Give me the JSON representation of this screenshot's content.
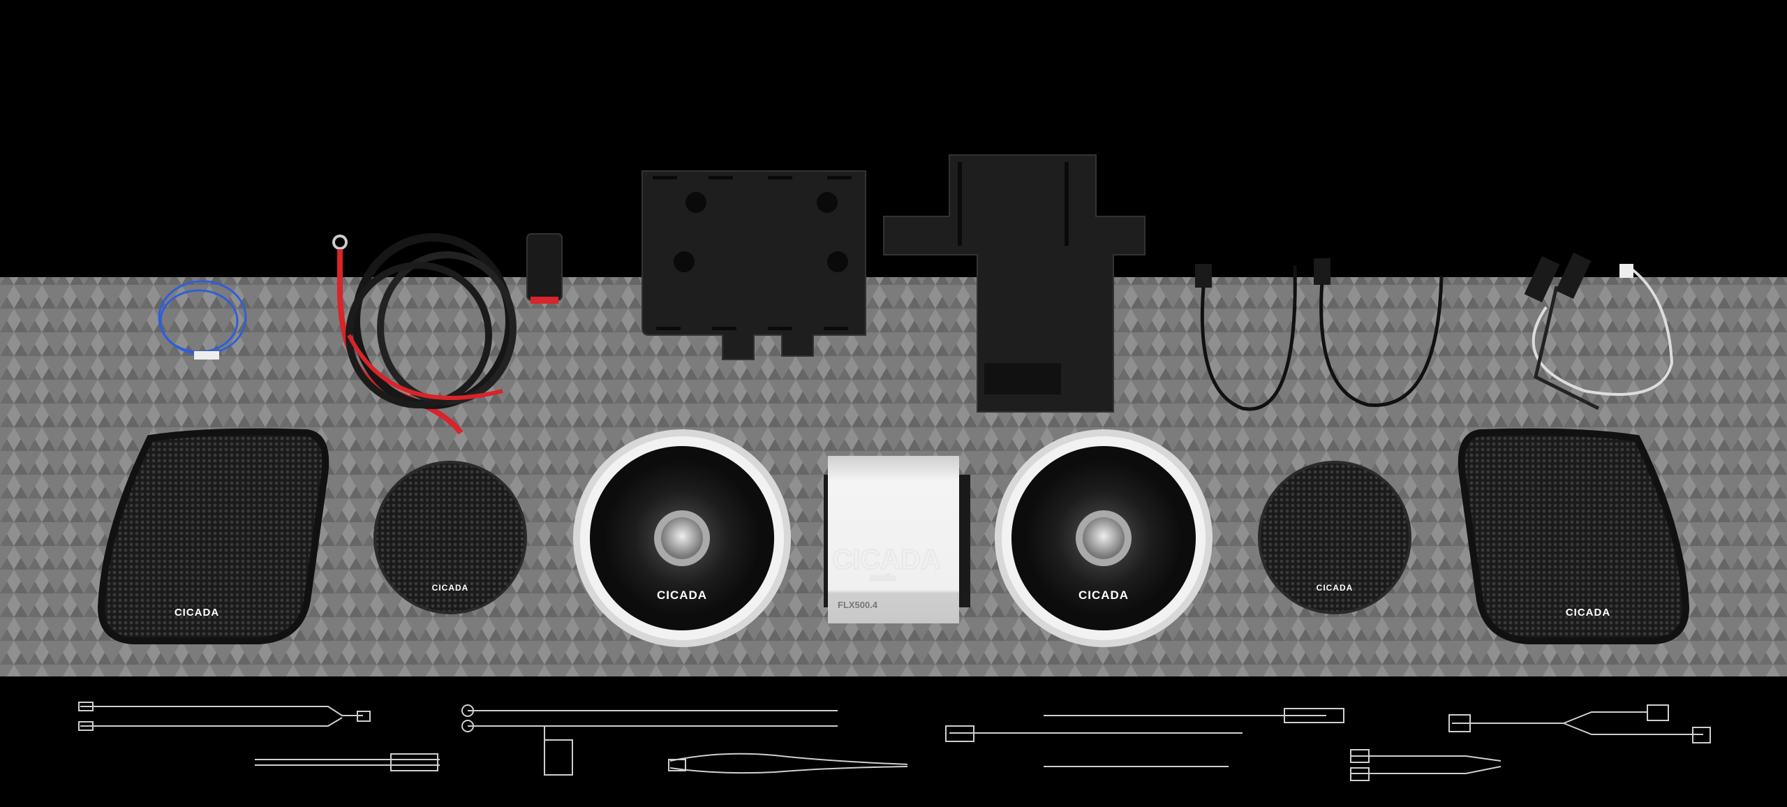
{
  "product": {
    "speaker_brand": "CICADA",
    "grille_brand": "CICADA",
    "amplifier_brand": "CICADA",
    "amplifier_sub": "audio",
    "amplifier_model": "FLX500.4"
  },
  "colors": {
    "background": "#000000",
    "pattern_light": "#8a8a8a",
    "pattern_dark": "#5e5e5e",
    "wire_red": "#d8242a",
    "wire_blue": "#2f5fd8"
  }
}
